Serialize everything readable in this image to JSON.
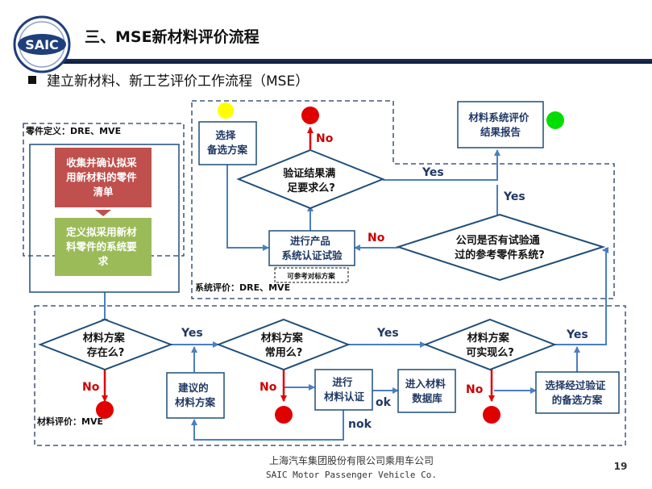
{
  "header": {
    "logo_text": "SAIC",
    "title": "三、MSE新材料评价流程",
    "subtitle": "建立新材料、新工艺评价工作流程（MSE）"
  },
  "regions": {
    "part_def": "零件定义：DRE、MVE",
    "system_eval": "系统评价：DRE、MVE",
    "material_eval": "材料评价：MVE"
  },
  "nodes": {
    "collect": [
      "收集并确认拟采",
      "用新材料的零件",
      "清单"
    ],
    "define_req": [
      "定义拟采用新材",
      "料零件的系统要",
      "求"
    ],
    "select_alt": [
      "选择",
      "备选方案"
    ],
    "verify": [
      "验证结果满",
      "足要求么?"
    ],
    "report": [
      "材料系统评价",
      "结果报告"
    ],
    "test": [
      "进行产品",
      "系统认证试验"
    ],
    "ref_note": "可参考对标方案",
    "company_sys": [
      "公司是否有试验通",
      "过的参考零件系统?"
    ],
    "mat_exist": [
      "材料方案",
      "存在么?"
    ],
    "suggested": [
      "建议的",
      "材料方案"
    ],
    "mat_common": [
      "材料方案",
      "常用么?"
    ],
    "certify": [
      "进行",
      "材料认证"
    ],
    "database": [
      "进入材料",
      "数据库"
    ],
    "mat_feasible": [
      "材料方案",
      "可实现么?"
    ],
    "select_verified": [
      "选择经过验证",
      "的备选方案"
    ]
  },
  "labels": {
    "yes": "Yes",
    "no": "No",
    "ok": "ok",
    "nok": "nok"
  },
  "colors": {
    "box_border": "#1f4e79",
    "arrow": "#4a7fc0",
    "red": "#e00000",
    "yellow": "#ffff00",
    "green": "#00dd00",
    "collect_fill": "#c0504d",
    "define_fill": "#9bbb59",
    "dash_border": "#1f3864",
    "no_text": "#cc0000",
    "yes_text": "#1f3864"
  },
  "footer": {
    "company_cn": "上海汽车集团股份有限公司乘用车公司",
    "company_en": "SAIC Motor Passenger Vehicle Co.",
    "page": "19"
  }
}
